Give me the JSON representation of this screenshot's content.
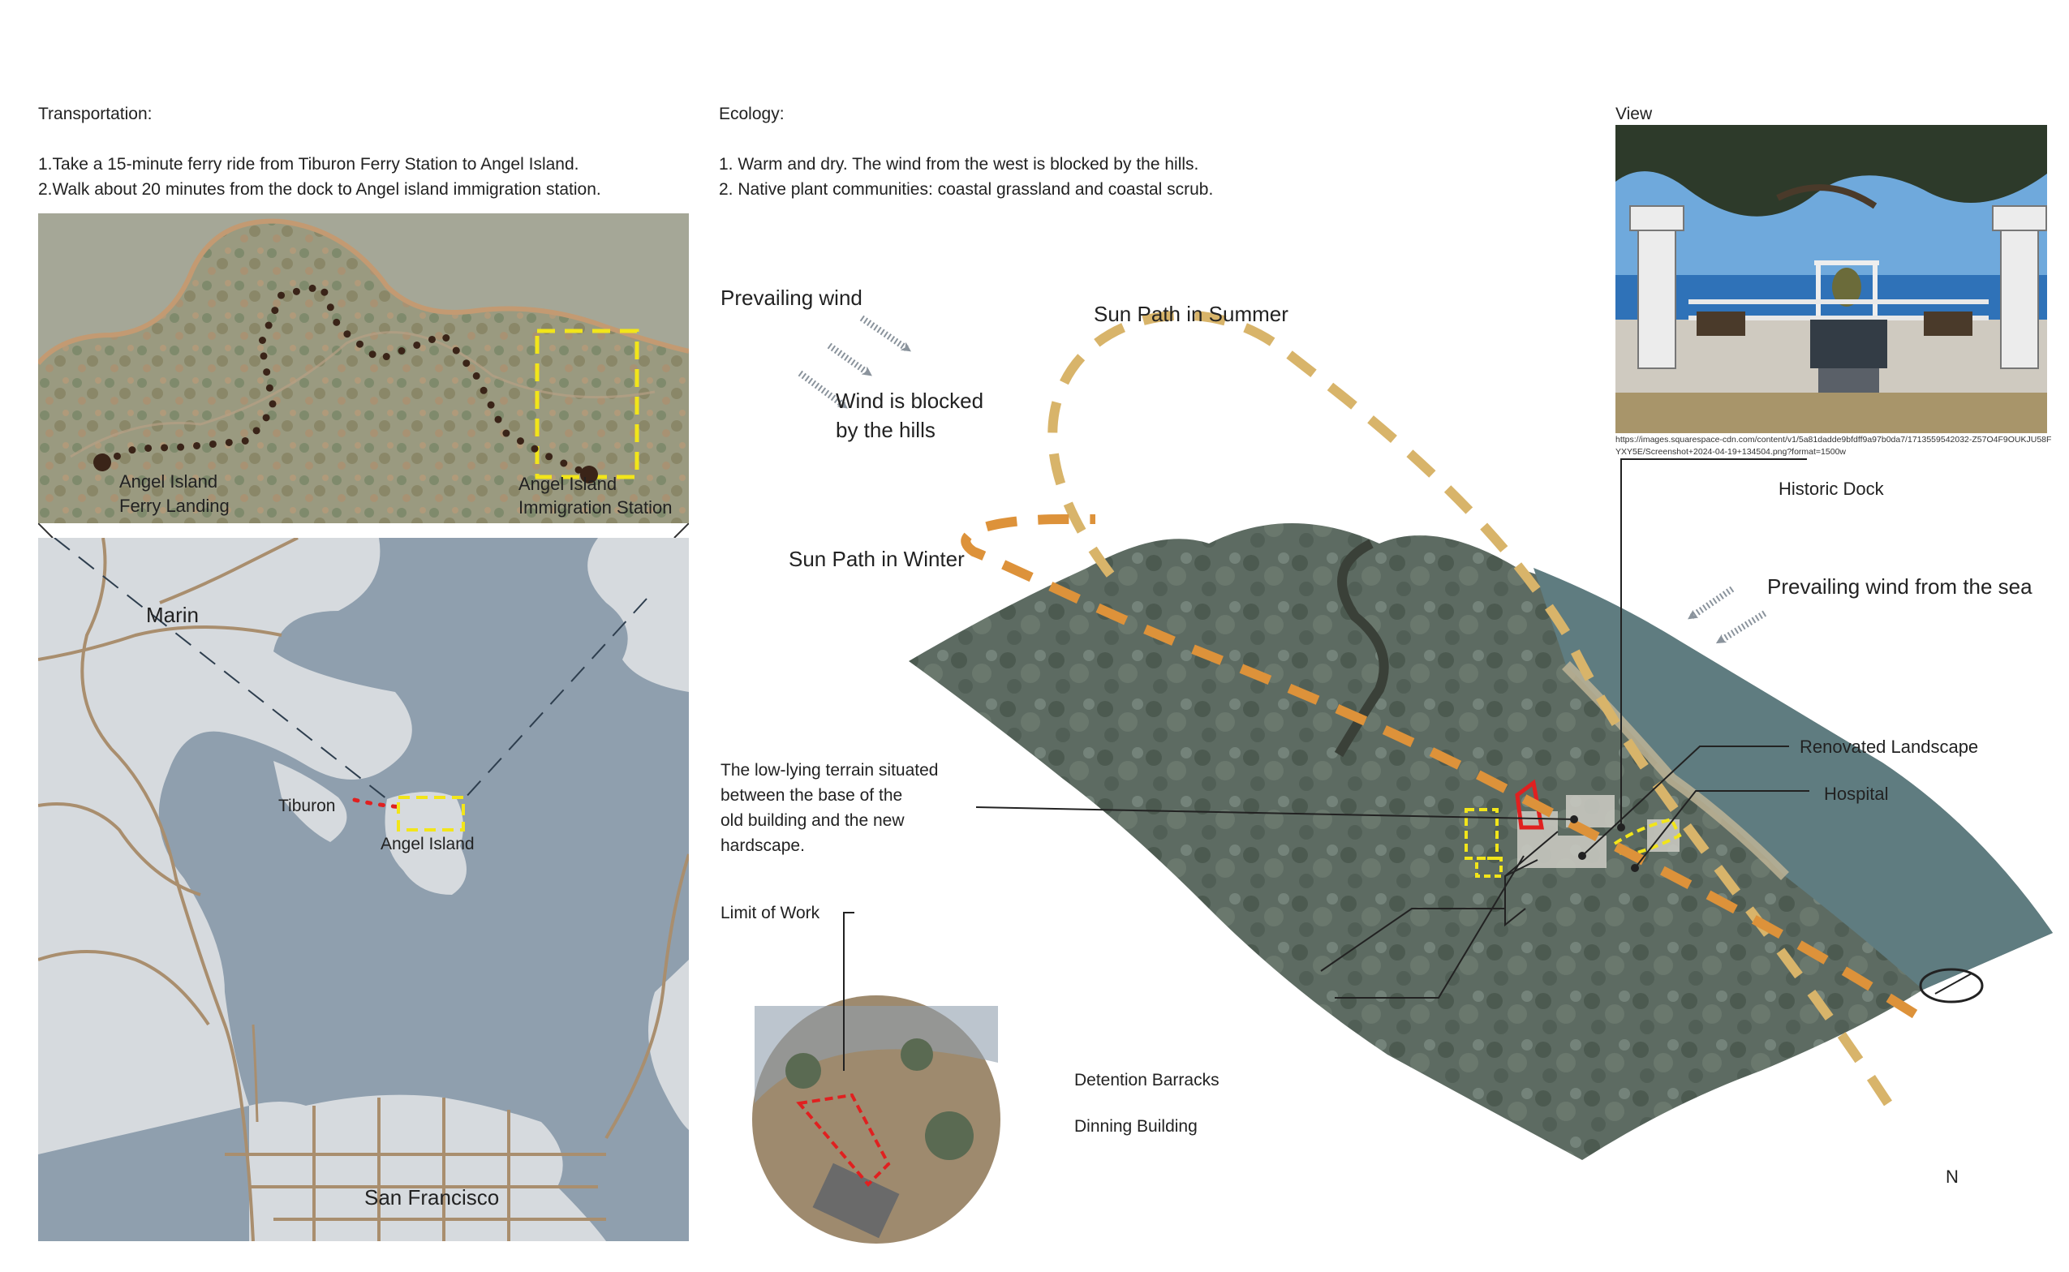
{
  "transportation": {
    "heading": "Transportation:",
    "steps": [
      "1.Take a 15-minute ferry ride from Tiburon Ferry Station to Angel Island.",
      "2.Walk about 20 minutes from the dock to Angel island immigration station."
    ],
    "island_map": {
      "ferry_landing": [
        "Angel Island",
        "Ferry Landing"
      ],
      "immigration_station": [
        "Angel Island",
        "Immigration Station"
      ]
    },
    "bay_map": {
      "marin": "Marin",
      "tiburon": "Tiburon",
      "angel_island": "Angel Island",
      "san_francisco": "San Francisco"
    }
  },
  "ecology": {
    "heading": "Ecology:",
    "points": [
      "1. Warm and dry. The wind from the west is blocked by the hills.",
      "2.  Native plant communities: coastal grassland and coastal scrub."
    ]
  },
  "diagram": {
    "prevailing_wind": "Prevailing wind",
    "wind_blocked": [
      "Wind is blocked",
      "by the hills"
    ],
    "sun_summer": "Sun Path in Summer",
    "sun_winter": "Sun Path in Winter",
    "prevailing_wind_sea": "Prevailing wind from the sea",
    "historic_dock": "Historic Dock",
    "renovated_landscape": "Renovated Landscape",
    "hospital": "Hospital",
    "low_terrain": [
      "The low-lying terrain situated",
      "between the base of the",
      "old building and the new",
      "hardscape."
    ],
    "limit_of_work": "Limit of Work",
    "detention_barracks": "Detention Barracks",
    "dinning_building": "Dinning Building",
    "north": "N",
    "colors": {
      "summer_path": "#d8b46a",
      "winter_path": "#dd923a",
      "highlight": "#f2e51a",
      "limit": "#e02020",
      "wind_arrow": "#8a939c",
      "walk_route": "#3a2418"
    }
  },
  "view": {
    "heading": "View",
    "source_url": "https://images.squarespace-cdn.com/content/v1/5a81dadde9bfdff9a97b0da7/1713559542032-Z57O4F9OUKJU58FYXY5E/Screenshot+2024-04-19+134504.png?format=1500w"
  }
}
